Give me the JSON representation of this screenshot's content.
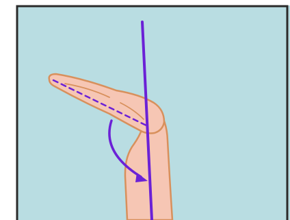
{
  "diagram": {
    "colors": {
      "panel_background": "#b9dde2",
      "frame_border": "#2a2a2a",
      "page_background": "#ffffff",
      "skin_fill": "#f6c6b4",
      "skin_outline": "#d8905c",
      "axis_line": "#6b21d6",
      "flexion_arrow": "#6b21d6",
      "dashed_line": "#6b21d6"
    },
    "elements": [
      "vertical-reference-line",
      "hand-silhouette",
      "forearm",
      "dashed-hand-axis",
      "curved-angle-arrow"
    ]
  }
}
